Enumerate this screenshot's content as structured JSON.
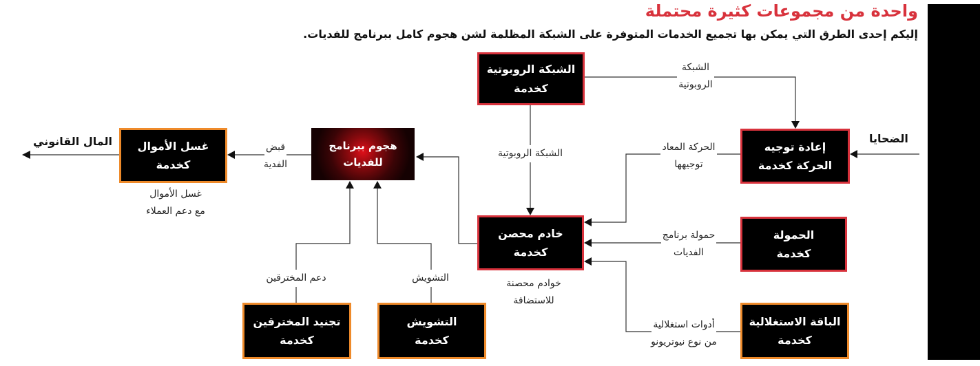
{
  "header": {
    "title": "واحدة من مجموعات كثيرة محتملة",
    "title_color": "#d8323c",
    "subtitle": "إليكم إحدى الطرق التي يمكن بها تجميع الخدمات المتوفرة على الشبكة المظلمة لشن هجوم كامل ببرنامج للفديات."
  },
  "colors": {
    "red_border": "#d8323c",
    "orange_border": "#ee8a2a",
    "box_fill": "#000000"
  },
  "nodes": {
    "botnet": [
      "الشبكة الروبوتية",
      "كخدمة"
    ],
    "redirect": [
      "إعادة توجيه",
      "الحركة كخدمة"
    ],
    "server": [
      "خادم محصن",
      "كخدمة"
    ],
    "payload": [
      "الحمولة",
      "كخدمة"
    ],
    "exploit": [
      "الباقة الاستغلالية",
      "كخدمة"
    ],
    "attack": [
      "هجوم ببرنامج",
      "للفديات"
    ],
    "laundering": [
      "غسل الأموال",
      "كخدمة"
    ],
    "hacker": [
      "تجنيد المخترقين",
      "كخدمة"
    ],
    "disruption": [
      "التشويش",
      "كخدمة"
    ]
  },
  "edge_labels": {
    "botnet_to_redirect": [
      "الشبكة",
      "الروبوتية"
    ],
    "botnet_to_server": [
      "الشبكة الروبوتية"
    ],
    "redirect_to_server": [
      "الحركة المعاد",
      "توجيهها"
    ],
    "payload_to_server": [
      "حمولة برنامج",
      "الفديات"
    ],
    "exploit_to_server": [
      "أدوات استغلالية",
      "من نوع نيوتريونو"
    ],
    "server_below": [
      "خوادم محصنة",
      "للاستضافة"
    ],
    "attack_to_laundering": [
      "قبض",
      "الفدية"
    ],
    "laundering_below": [
      "غسل الأموال",
      "مع دعم العملاء"
    ],
    "hacker_to_attack": [
      "دعم المخترقين"
    ],
    "disruption_to_attack": [
      "التشويش"
    ]
  },
  "external": {
    "victims": "الضحايا",
    "legal_money": "المال القانوني"
  }
}
